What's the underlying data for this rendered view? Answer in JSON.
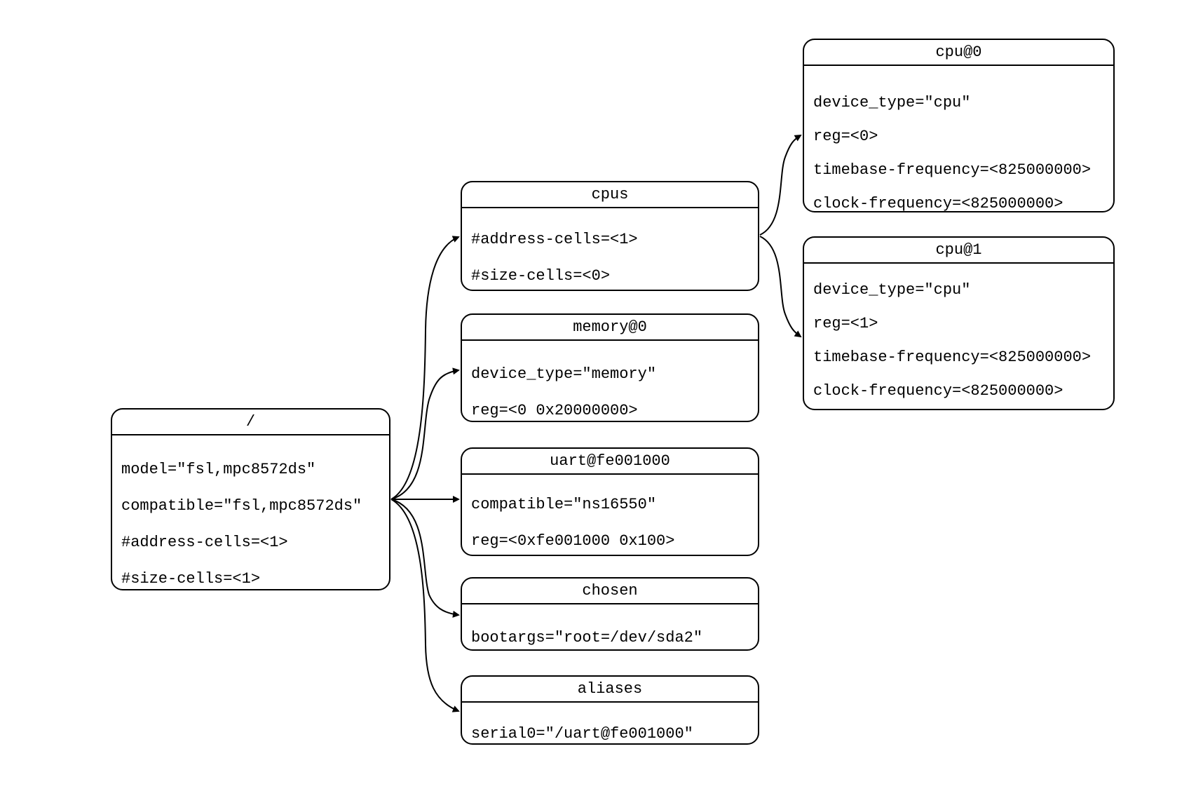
{
  "diagram": {
    "type": "device-tree-graph",
    "colors": {
      "background": "#ffffff",
      "stroke": "#000000",
      "text": "#000000"
    },
    "nodes": [
      {
        "id": "root",
        "title": "/",
        "props": [
          "model=\"fsl,mpc8572ds\"",
          "compatible=\"fsl,mpc8572ds\"",
          "#address-cells=<1>",
          "#size-cells=<1>"
        ]
      },
      {
        "id": "cpus",
        "title": "cpus",
        "props": [
          "#address-cells=<1>",
          "#size-cells=<0>"
        ]
      },
      {
        "id": "memory",
        "title": "memory@0",
        "props": [
          "device_type=\"memory\"",
          "reg=<0 0x20000000>"
        ]
      },
      {
        "id": "uart",
        "title": "uart@fe001000",
        "props": [
          "compatible=\"ns16550\"",
          "reg=<0xfe001000 0x100>"
        ]
      },
      {
        "id": "chosen",
        "title": "chosen",
        "props": [
          "bootargs=\"root=/dev/sda2\""
        ]
      },
      {
        "id": "aliases",
        "title": "aliases",
        "props": [
          "serial0=\"/uart@fe001000\""
        ]
      },
      {
        "id": "cpu0",
        "title": "cpu@0",
        "props": [
          "device_type=\"cpu\"",
          "reg=<0>",
          "timebase-frequency=<825000000>",
          "clock-frequency=<825000000>"
        ]
      },
      {
        "id": "cpu1",
        "title": "cpu@1",
        "props": [
          "device_type=\"cpu\"",
          "reg=<1>",
          "timebase-frequency=<825000000>",
          "clock-frequency=<825000000>"
        ]
      }
    ],
    "edges": [
      {
        "from": "/",
        "to": "cpus"
      },
      {
        "from": "/",
        "to": "memory@0"
      },
      {
        "from": "/",
        "to": "uart@fe001000"
      },
      {
        "from": "/",
        "to": "chosen"
      },
      {
        "from": "/",
        "to": "aliases"
      },
      {
        "from": "cpus",
        "to": "cpu@0"
      },
      {
        "from": "cpus",
        "to": "cpu@1"
      }
    ]
  }
}
